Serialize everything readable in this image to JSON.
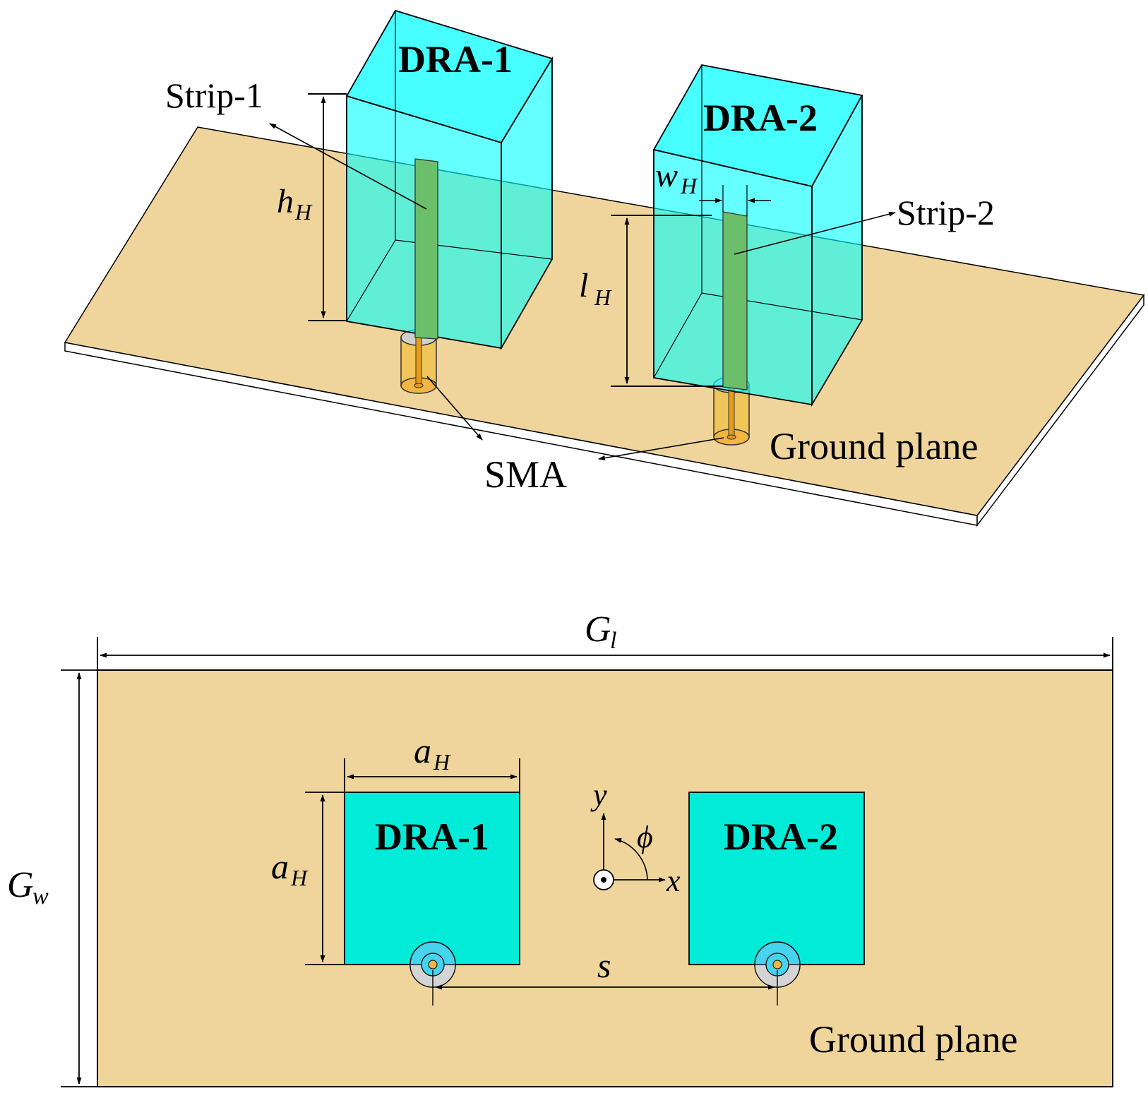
{
  "colors": {
    "ground": "#efd59c",
    "dra_face": "#00ffff",
    "dra_plan": "#00ebd8",
    "strip": "#6cbf6a",
    "sma": "#f0b640",
    "outline": "#000000"
  },
  "perspective_view": {
    "dra1_label": "DRA-1",
    "dra2_label": "DRA-2",
    "strip1_label": "Strip-1",
    "strip2_label": "Strip-2",
    "ground_label": "Ground plane",
    "sma_label": "SMA",
    "h_sym": "h",
    "h_sub": "H",
    "l_sym": "l",
    "l_sub": "H",
    "w_sym": "w",
    "w_sub": "H"
  },
  "top_view": {
    "dra1_label": "DRA-1",
    "dra2_label": "DRA-2",
    "ground_label": "Ground plane",
    "gl_sym": "G",
    "gl_sub": "l",
    "gw_sym": "G",
    "gw_sub": "w",
    "a_top_sym": "a",
    "a_top_sub": "H",
    "a_side_sym": "a",
    "a_side_sub": "H",
    "s_sym": "s",
    "x_axis": "x",
    "y_axis": "y",
    "phi": "ϕ"
  }
}
